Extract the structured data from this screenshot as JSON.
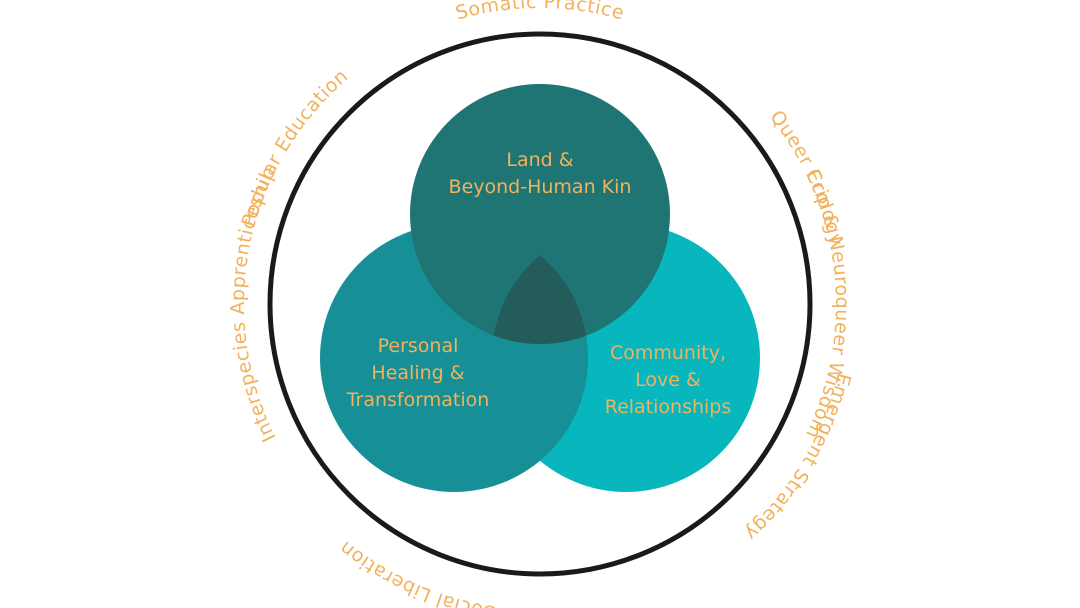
{
  "colors": {
    "background": "#ffffff",
    "outer_ring": "#1a1a1a",
    "text_accent": "#f2b25c",
    "circle_land": "#1f7474",
    "circle_personal": "#178f96",
    "circle_community": "#08b6bd",
    "overlap_dark": "#245c5c"
  },
  "circles": {
    "land": {
      "line1": "Land &",
      "line2": "Beyond-Human Kin"
    },
    "personal": {
      "line1": "Personal",
      "line2": "Healing &",
      "line3": "Transformation"
    },
    "community": {
      "line1": "Community,",
      "line2": "Love &",
      "line3": "Relationships"
    }
  },
  "ring_labels": {
    "somatic_practice": "Somatic Practice",
    "queer_ecology": "Queer Ecology",
    "crip_neuroqueer": "Crip & Neuroqueer Wisdom",
    "emergent_strategy": "Emergent Strategy",
    "eco_social_liberation": "Eco-Social Liberation",
    "interspecies_apprenticeship": "Interspecies Apprenticeship",
    "popular_education": "Popular Education"
  }
}
